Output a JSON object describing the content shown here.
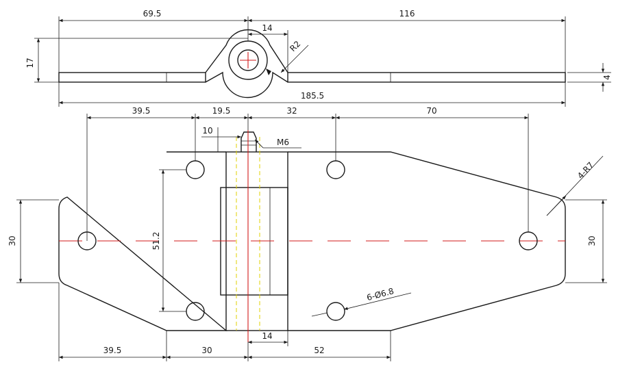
{
  "dimensions": {
    "top_left_length": "69.5",
    "top_right_length": "116",
    "knuckle_width_top": "14",
    "knuckle_radius": "R2",
    "hinge_height": "17",
    "plate_thickness": "4",
    "overall_length": "185.5",
    "hole_offset_left": "39.5",
    "hole_to_axis": "19.5",
    "axis_to_hole": "32",
    "hole_to_hole_right": "70",
    "pin_head": "10",
    "thread": "M6",
    "corner_radius": "4-R7",
    "end_width_left": "30",
    "end_width_right": "30",
    "hole_spacing_vertical": "51.2",
    "hole_callout": "6-Ø6.8",
    "bottom_left": "39.5",
    "bottom_mid": "30",
    "bottom_right": "52",
    "knuckle_width_bottom": "14"
  },
  "colors": {
    "outline": "#1a1a1a",
    "centerline": "#d11a1a",
    "hidden_line": "#e0d000",
    "background": "#ffffff"
  }
}
